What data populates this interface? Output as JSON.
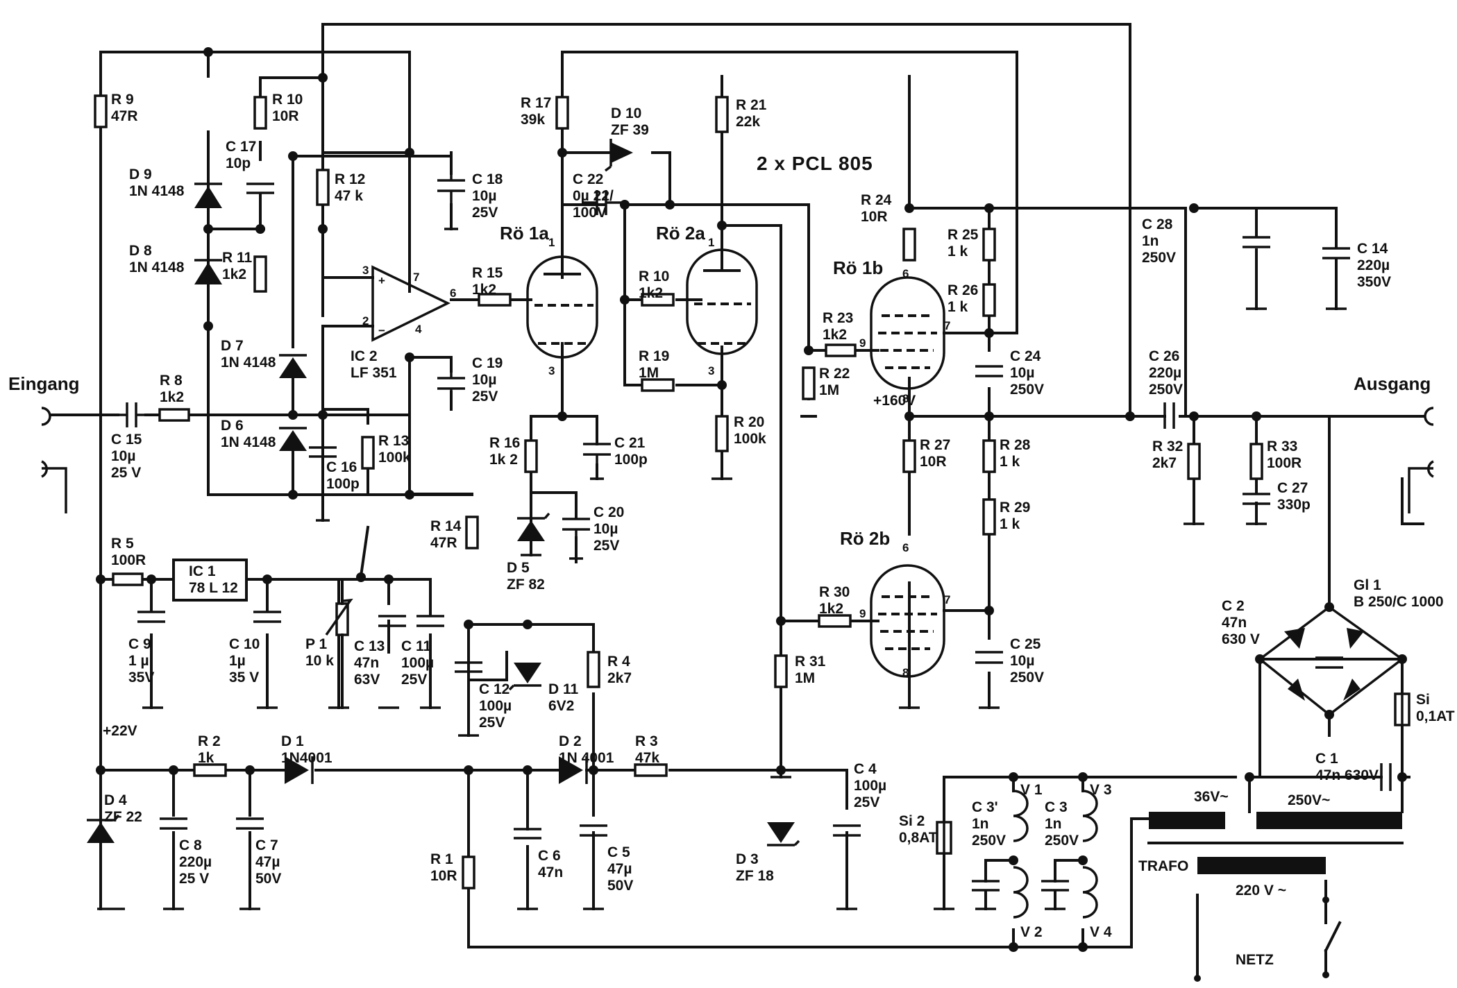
{
  "tube_type": "2 x PCL 805",
  "connectors": {
    "input": "Eingang",
    "output": "Ausgang"
  },
  "tubes": {
    "r1a": "Rö 1a",
    "r2a": "Rö 2a",
    "r1b": "Rö 1b",
    "r2b": "Rö 2b"
  },
  "pins": [
    "1",
    "3",
    "1",
    "3",
    "6",
    "7",
    "9",
    "8",
    "6",
    "7",
    "9",
    "8",
    "3",
    "2",
    "7",
    "6",
    "4",
    "+",
    "−"
  ],
  "components": [
    {
      "id": "R 9",
      "value": "47R"
    },
    {
      "id": "R 10",
      "value": "10R"
    },
    {
      "id": "C 17",
      "value": "10p"
    },
    {
      "id": "R 12",
      "value": "47 k"
    },
    {
      "id": "C 18",
      "value": "10µ\n25V"
    },
    {
      "id": "D 9",
      "value": "1N 4148"
    },
    {
      "id": "D 8",
      "value": "1N 4148"
    },
    {
      "id": "R 11",
      "value": "1k2"
    },
    {
      "id": "IC 2",
      "value": "LF 351"
    },
    {
      "id": "D 7",
      "value": "1N 4148"
    },
    {
      "id": "D 6",
      "value": "1N 4148"
    },
    {
      "id": "C 16",
      "value": "100p"
    },
    {
      "id": "R 13",
      "value": "100k"
    },
    {
      "id": "C 19",
      "value": "10µ\n25V"
    },
    {
      "id": "R 8",
      "value": "1k2"
    },
    {
      "id": "C 15",
      "value": "10µ\n25 V"
    },
    {
      "id": "R 15",
      "value": "1k2"
    },
    {
      "id": "R 17",
      "value": "39k"
    },
    {
      "id": "D 10",
      "value": "ZF 39"
    },
    {
      "id": "C 22",
      "value": "0µ 22/\n100V"
    },
    {
      "id": "R 21",
      "value": "22k"
    },
    {
      "id": "R 10b",
      "value": "1k2"
    },
    {
      "id": "R 19",
      "value": "1M"
    },
    {
      "id": "R 16",
      "value": "1k 2"
    },
    {
      "id": "C 21",
      "value": "100p"
    },
    {
      "id": "C 20",
      "value": "10µ\n25V"
    },
    {
      "id": "D 5",
      "value": "ZF 82"
    },
    {
      "id": "R 20",
      "value": "100k"
    },
    {
      "id": "R 24",
      "value": "10R"
    },
    {
      "id": "R 25",
      "value": "1 k"
    },
    {
      "id": "R 26",
      "value": "1 k"
    },
    {
      "id": "R 23",
      "value": "1k2"
    },
    {
      "id": "R 22",
      "value": "1M"
    },
    {
      "id": "C 24",
      "value": "10µ\n250V"
    },
    {
      "id": "R 27",
      "value": "10R"
    },
    {
      "id": "R 28",
      "value": "1 k"
    },
    {
      "id": "R 29",
      "value": "1 k"
    },
    {
      "id": "R 30",
      "value": "1k2"
    },
    {
      "id": "C 25",
      "value": "10µ\n250V"
    },
    {
      "id": "C 28",
      "value": "1n\n250V"
    },
    {
      "id": "C 14",
      "value": "220µ\n350V"
    },
    {
      "id": "C 26",
      "value": "220µ\n250V"
    },
    {
      "id": "R 32",
      "value": "2k7"
    },
    {
      "id": "R 33",
      "value": "100R"
    },
    {
      "id": "C 27",
      "value": "330p"
    },
    {
      "id": "R 14",
      "value": "47R"
    },
    {
      "id": "R 5",
      "value": "100R"
    },
    {
      "id": "IC 1",
      "value": "78 L 12"
    },
    {
      "id": "C 9",
      "value": "1 µ\n35V"
    },
    {
      "id": "C 10",
      "value": "1µ\n35 V"
    },
    {
      "id": "P 1",
      "value": "10 k"
    },
    {
      "id": "C 13",
      "value": "47n\n63V"
    },
    {
      "id": "C 11",
      "value": "100µ\n25V"
    },
    {
      "id": "C 12",
      "value": "100µ\n25V"
    },
    {
      "id": "D 11",
      "value": "6V2"
    },
    {
      "id": "R 4",
      "value": "2k7"
    },
    {
      "id": "R 31",
      "value": "1M"
    },
    {
      "id": "R 2",
      "value": "1k"
    },
    {
      "id": "D 1",
      "value": "1N4001"
    },
    {
      "id": "D 2",
      "value": "1N 4001"
    },
    {
      "id": "R 3",
      "value": "47k"
    },
    {
      "id": "D 4",
      "value": "ZF 22"
    },
    {
      "id": "C 8",
      "value": "220µ\n25 V"
    },
    {
      "id": "C 7",
      "value": "47µ\n50V"
    },
    {
      "id": "C 6",
      "value": "47n"
    },
    {
      "id": "C 5",
      "value": "47µ\n50V"
    },
    {
      "id": "R 1",
      "value": "10R"
    },
    {
      "id": "D 3",
      "value": "ZF 18"
    },
    {
      "id": "C 4",
      "value": "100µ\n25V"
    },
    {
      "id": "Si 2",
      "value": "0,8AT"
    },
    {
      "id": "C 3'",
      "value": "1n\n250V"
    },
    {
      "id": "C 3",
      "value": "1n\n250V"
    },
    {
      "id": "C 2",
      "value": "47n\n630 V"
    },
    {
      "id": "Gl 1",
      "value": "B 250/C 1000"
    },
    {
      "id": "Si",
      "value": "0,1AT"
    },
    {
      "id": "C 1",
      "value": "47n   630V"
    }
  ],
  "voltages": {
    "plus22": "+22V",
    "plus160": "+160V"
  },
  "coils": [
    "V 1",
    "V 2",
    "V 3",
    "V 4"
  ],
  "transformer": {
    "label": "TRAFO",
    "sec_36": "36V~",
    "sec_250": "250V~",
    "primary": "220 V ~",
    "mains": "NETZ"
  }
}
